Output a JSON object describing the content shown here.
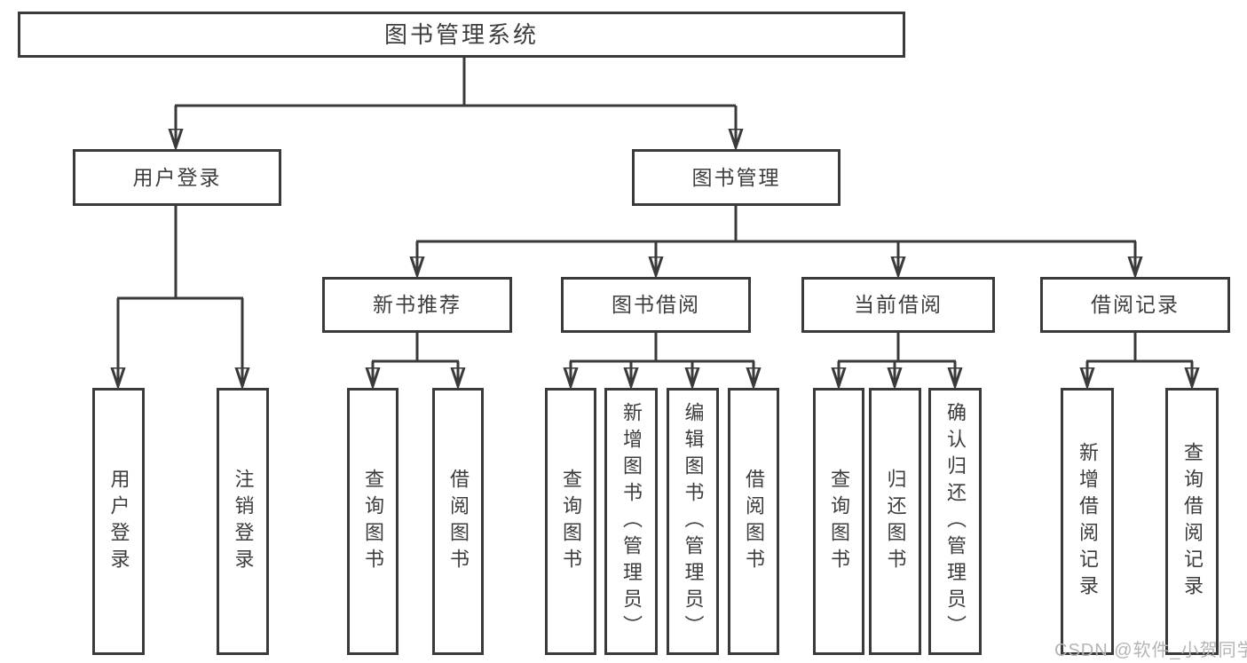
{
  "diagram_type": "hierarchy-tree",
  "colors": {
    "background": "#ffffff",
    "line": "#3a3a3a",
    "box_border": "#3a3a3a",
    "text": "#3d3d3d",
    "watermark": "#b6b4b6"
  },
  "hierarchy": {
    "label": "图书管理系统",
    "children": [
      {
        "label": "用户登录",
        "children": [
          {
            "label": "用户登录"
          },
          {
            "label": "注销登录"
          }
        ]
      },
      {
        "label": "图书管理",
        "children": [
          {
            "label": "新书推荐",
            "children": [
              {
                "label": "查询图书"
              },
              {
                "label": "借阅图书"
              }
            ]
          },
          {
            "label": "图书借阅",
            "children": [
              {
                "label": "查询图书"
              },
              {
                "label": "新增图书（管理员）"
              },
              {
                "label": "编辑图书（管理员）"
              },
              {
                "label": "借阅图书"
              }
            ]
          },
          {
            "label": "当前借阅",
            "children": [
              {
                "label": "查询图书"
              },
              {
                "label": "归还图书"
              },
              {
                "label": "确认归还（管理员）"
              }
            ]
          },
          {
            "label": "借阅记录",
            "children": [
              {
                "label": "新增借阅记录"
              },
              {
                "label": "查询借阅记录"
              }
            ]
          }
        ]
      }
    ]
  },
  "watermark": "CSDN @软件_小贺同学"
}
